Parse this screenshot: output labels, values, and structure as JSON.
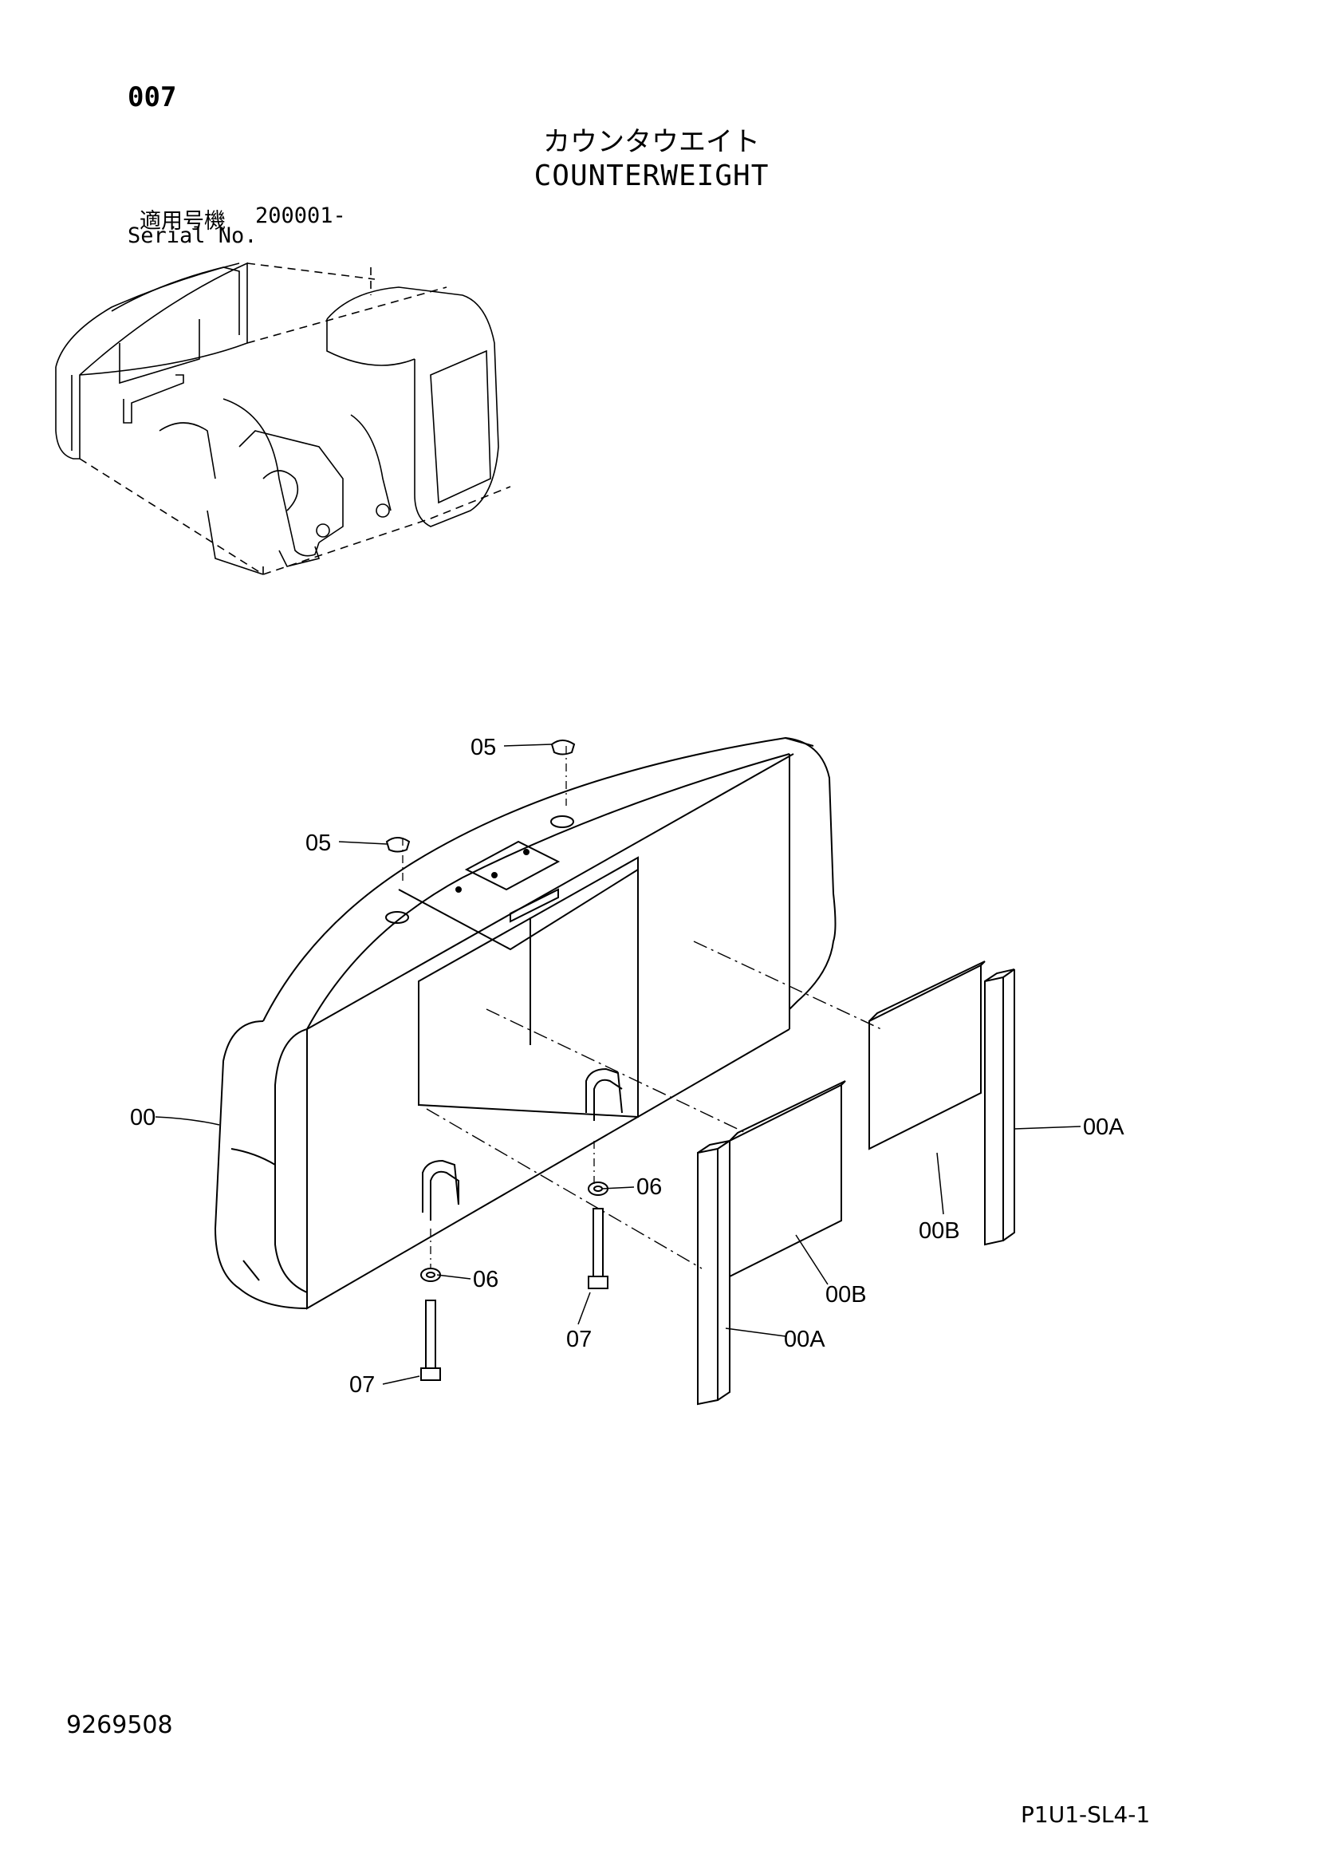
{
  "header": {
    "page_number": "007",
    "title_jp": "カウンタウエイト",
    "title_en": "COUNTERWEIGHT",
    "serial_label_jp": "適用号機",
    "serial_label_en": "Serial No.",
    "serial_number": "200001-"
  },
  "callouts": {
    "c05a": "05",
    "c05b": "05",
    "c00": "00",
    "c00A_right": "00A",
    "c00B_right": "00B",
    "c06a": "06",
    "c06b": "06",
    "c00B_left": "00B",
    "c07a": "07",
    "c00A_left": "00A",
    "c07b": "07"
  },
  "footer": {
    "drawing_number": "9269508",
    "sheet_ref": "P1U1-SL4-1"
  }
}
